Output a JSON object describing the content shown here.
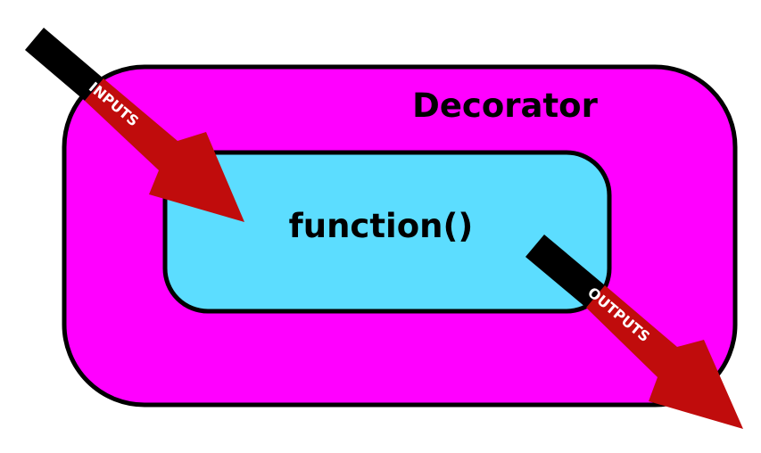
{
  "diagram": {
    "outer_box": {
      "label": "Decorator",
      "fill": "#ff00ff",
      "stroke": "#000000"
    },
    "inner_box": {
      "label": "function()",
      "fill": "#5cddff",
      "stroke": "#000000"
    },
    "input_arrow": {
      "label": "INPUTS",
      "tail_color": "#000000",
      "body_color": "#c00c0c",
      "text_color": "#ffffff"
    },
    "output_arrow": {
      "label": "OUTPUTS",
      "tail_color": "#000000",
      "body_color": "#c00c0c",
      "text_color": "#ffffff"
    }
  }
}
